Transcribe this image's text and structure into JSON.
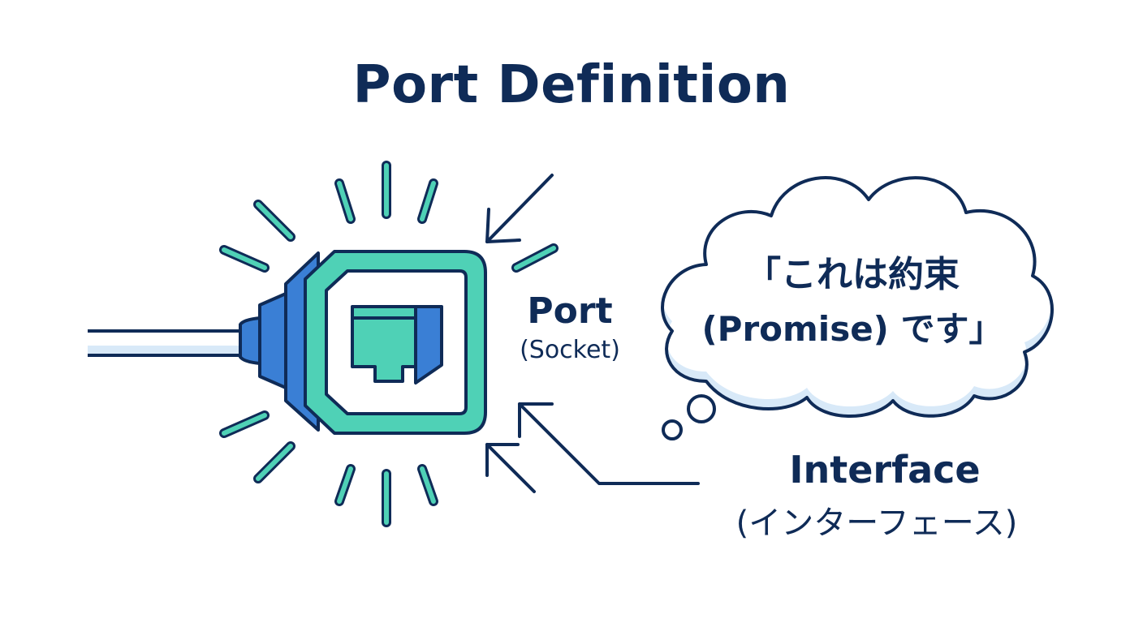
{
  "title": "Port Definition",
  "port": {
    "label": "Port",
    "sublabel": "(Socket)"
  },
  "interface": {
    "label": "Interface",
    "sublabel": "(インターフェース)"
  },
  "thought_bubble": {
    "line1": "「これは約束",
    "line2": "(Promise) です」"
  },
  "colors": {
    "navy": "#0f2b57",
    "blue": "#3a7fd5",
    "teal": "#4fd1b6",
    "light_blue": "#d8e9f8"
  }
}
